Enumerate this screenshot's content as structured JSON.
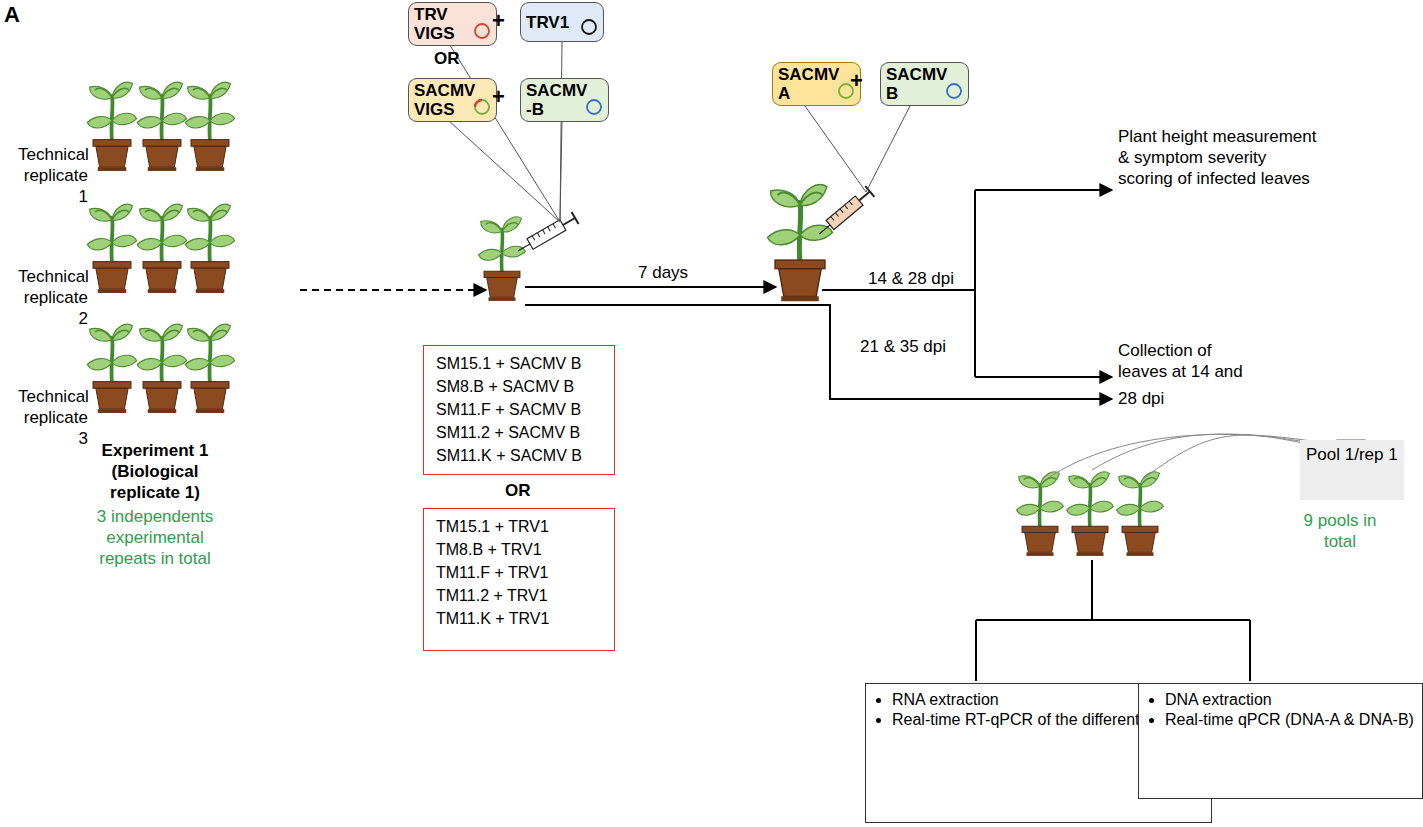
{
  "diagram": {
    "nodes": [
      {
        "text": [
          "TRV VIGS"
        ]
      },
      {
        "text": [
          "TRV1"
        ]
      },
      {
        "text": [
          "SACMV VIGS"
        ]
      },
      {
        "text": [
          "SACMV -B"
        ]
      },
      {
        "text": [
          "SM15.1 + SACMV B",
          "SM8.B + SACMV B",
          "SM11.F + SACMV B",
          "SM11.2 + SACMV B",
          "SM11.K + SACMV B"
        ]
      },
      {
        "text": [
          "TM15.1 + TRV1",
          "TM8.B + TRV1",
          "TM11.F + TRV1",
          "TM11.2 + TRV1",
          "TM11.K + TRV1"
        ]
      },
      {
        "text": [
          "SACMV A"
        ]
      },
      {
        "text": [
          "SACMV B"
        ]
      },
      {
        "text": [
          "Pool 1/rep 1"
        ]
      },
      {
        "text": [
          "RNA extraction",
          "Real-time RT-qPCR of the different myosins"
        ]
      },
      {
        "text": [
          "DNA extraction",
          "Real-time qPCR (DNA-A & DNA-B)"
        ]
      }
    ],
    "labels": [
      "A",
      "Technical replicate 1",
      "Technical replicate 2",
      "Technical replicate 3",
      "Experiment 1 (Biological replicate 1)",
      "3 independents experimental repeats in total",
      "+",
      "OR",
      "+",
      "OR",
      "7 days",
      "+",
      "14 & 28 dpi",
      "21 & 35 dpi",
      "Plant height measurement & symptom severity scoring of infected leaves",
      "Collection of leaves at 14 and",
      "28 dpi",
      "9 pools in total"
    ]
  }
}
